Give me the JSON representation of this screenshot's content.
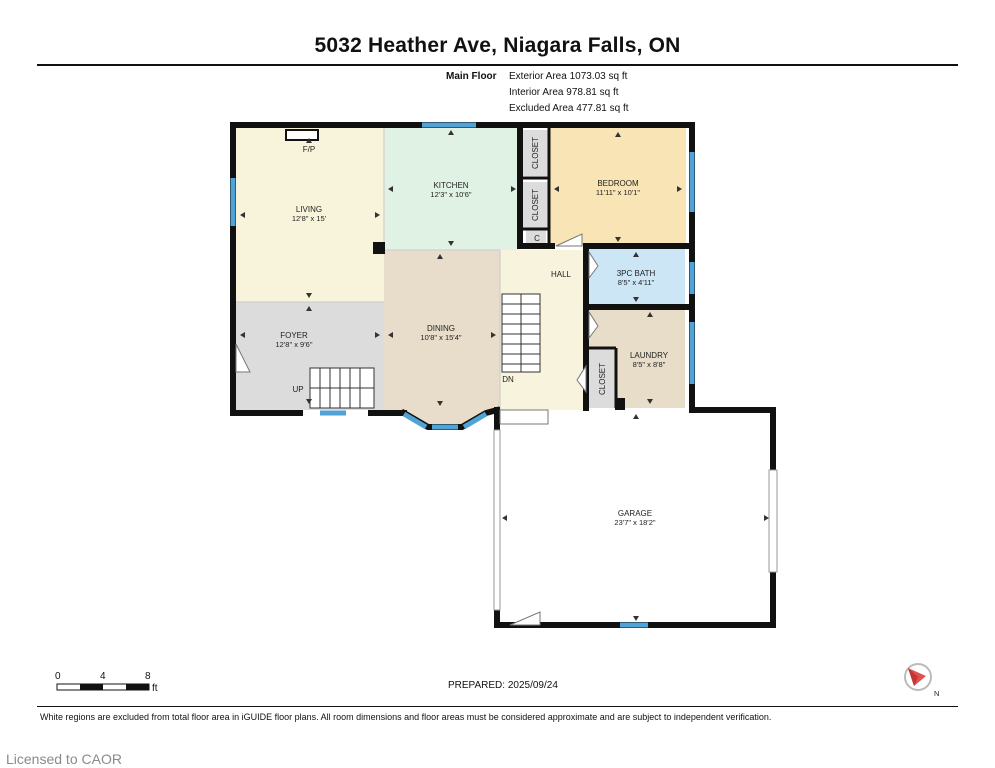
{
  "header": {
    "title": "5032 Heather Ave, Niagara Falls, ON",
    "floor_label": "Main Floor",
    "exterior_area": "Exterior Area 1073.03 sq ft",
    "interior_area": "Interior Area 978.81 sq ft",
    "excluded_area": "Excluded Area 477.81 sq ft"
  },
  "rooms": {
    "living": {
      "name": "LIVING",
      "dims": "12'8\" x 15'"
    },
    "fp": {
      "name": "F/P"
    },
    "kitchen": {
      "name": "KITCHEN",
      "dims": "12'3\" x 10'6\""
    },
    "bedroom": {
      "name": "BEDROOM",
      "dims": "11'11\" x 10'1\""
    },
    "closet1": {
      "name": "CLOSET"
    },
    "closet2": {
      "name": "CLOSET"
    },
    "closet3": {
      "name": "CLOSET"
    },
    "c": {
      "name": "C"
    },
    "hall": {
      "name": "HALL"
    },
    "bath": {
      "name": "3PC BATH",
      "dims": "8'5\" x 4'11\""
    },
    "foyer": {
      "name": "FOYER",
      "dims": "12'8\" x 9'6\""
    },
    "dining": {
      "name": "DINING",
      "dims": "10'8\" x 15'4\""
    },
    "laundry": {
      "name": "LAUNDRY",
      "dims": "8'5\" x 8'8\""
    },
    "garage": {
      "name": "GARAGE",
      "dims": "23'7\" x 18'2\""
    },
    "up": {
      "name": "UP"
    },
    "dn": {
      "name": "DN"
    }
  },
  "scale": {
    "labels": [
      "0",
      "4",
      "8"
    ],
    "unit": "ft"
  },
  "footer": {
    "prepared": "PREPARED: 2025/09/24",
    "disclaimer": "White regions are excluded from total floor area in iGUIDE floor plans. All room dimensions and floor areas must be considered approximate and are subject to independent verification.",
    "license": "Licensed to CAOR",
    "compass_label": "N"
  },
  "colors": {
    "living": "#f8f4dc",
    "kitchen": "#e0f2e3",
    "bedroom": "#f8e4b4",
    "bath": "#cde6f6",
    "foyer": "#dcdcdc",
    "dining": "#e7ddca",
    "hall": "#f7f3dc",
    "laundry": "#e8ddc9",
    "closet": "#dcdcdc",
    "wall": "#111111",
    "window": "#4fa3d6",
    "compass": "#e05050"
  }
}
